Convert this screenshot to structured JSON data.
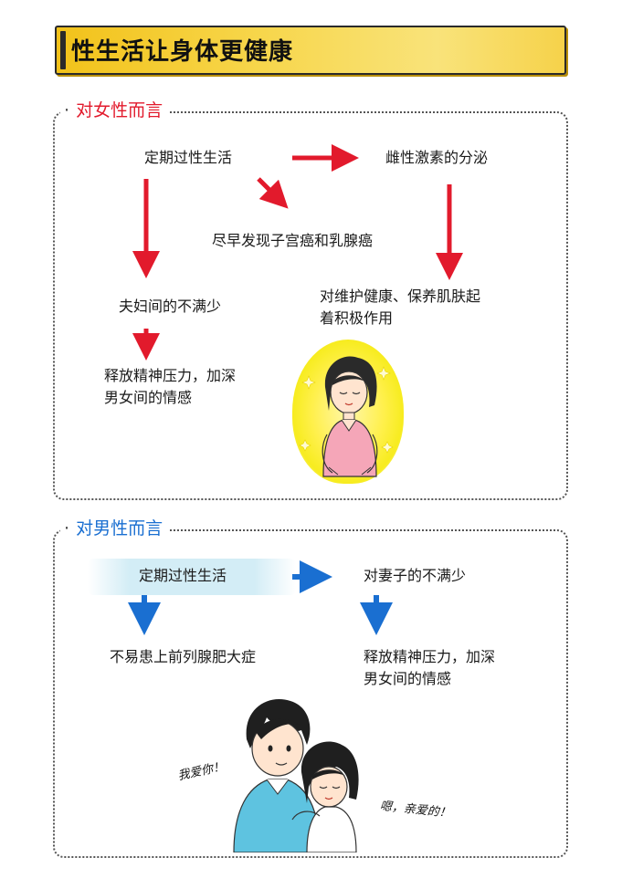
{
  "title": "性生活让身体更健康",
  "female": {
    "heading": "对女性而言",
    "nodes": {
      "regular_sex": "定期过性生活",
      "hormone": "雌性激素的分泌",
      "early_detect": "尽早发现子宫癌和乳腺癌",
      "less_dissatisfaction": "夫妇间的不满少",
      "skin_line1": "对维护健康、保养肌肤起",
      "skin_line2": "着积极作用",
      "release_line1": "释放精神压力，加深",
      "release_line2": "男女间的情感"
    }
  },
  "male": {
    "heading": "对男性而言",
    "nodes": {
      "regular_sex": "定期过性生活",
      "wife_less_dissatisfaction": "对妻子的不满少",
      "prostate": "不易患上前列腺肥大症",
      "release_line1": "释放精神压力，加深",
      "release_line2": "男女间的情感"
    },
    "speech_man": "我爱你！",
    "speech_woman": "嗯，亲爱的！"
  },
  "colors": {
    "female_accent": "#e21a2c",
    "male_accent": "#1a6fd1",
    "banner_yellow": "#f4c81e"
  },
  "icons": {
    "arrow": "arrow-icon",
    "glow_woman": "woman-illustration",
    "couple": "couple-illustration"
  }
}
